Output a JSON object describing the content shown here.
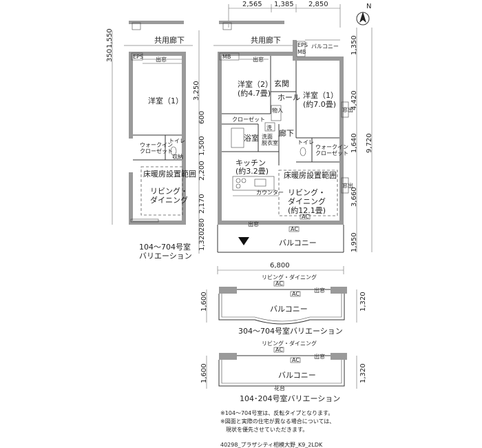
{
  "north_label": "N",
  "top_dims": [
    "2,565",
    "1,385",
    "2,850"
  ],
  "left_plan": {
    "corridor": "共用廊下",
    "eps": "EPS",
    "entrance": "出窓",
    "room": "洋室（1）",
    "wic": [
      "ウォークイン",
      "クローゼット"
    ],
    "toilet": "トイレ",
    "storage": "収納",
    "floor_heat": "床暖房設置範囲",
    "living": [
      "リビング・",
      "ダイニング"
    ],
    "dims": [
      "1,550",
      "350",
      "3,250",
      "600",
      "1,500",
      "2,200",
      "2,170",
      "280",
      "1,320"
    ],
    "caption": [
      "104～704号室",
      "バリエーション"
    ]
  },
  "main_plan": {
    "corridor": "共用廊下",
    "mb": "MB",
    "eps_mb": [
      "EPS",
      "MB"
    ],
    "balcony_top": "バルコニー",
    "entrance_label": "出窓",
    "room2": [
      "洋室（2）",
      "(約4.7畳)"
    ],
    "room1": [
      "洋室（1）",
      "(約7.0畳)"
    ],
    "genkan": "玄関",
    "hall": "ホール",
    "storage": "物入",
    "closet": "クローゼット",
    "wash": "洗",
    "hallway": "廊下",
    "bath": "浴室",
    "washroom": [
      "洗面",
      "脱衣室"
    ],
    "toilet": "トイレ",
    "wic": [
      "ウォークイン",
      "クローゼット"
    ],
    "kitchen": [
      "キッチン",
      "(約3.2畳)"
    ],
    "counter": "カウンター",
    "floor_heat": "床暖房設置範囲",
    "living": [
      "リビング・",
      "ダイニング",
      "(約12.1畳)"
    ],
    "ac": "AC",
    "balcony": "バルコニー",
    "bay": "出窓",
    "shelf": "窓出",
    "right_dims": [
      "1,350",
      "4,420",
      "1,640",
      "9,720",
      "3,660",
      "1,950"
    ],
    "width_dim": "6,800"
  },
  "variation_304": {
    "title": "リビング・ダイニング",
    "ac": "AC",
    "balcony": "バルコニー",
    "bay": "出窓",
    "dims": [
      "1,600",
      "1,320"
    ],
    "caption": "304～704号室バリエーション"
  },
  "variation_104": {
    "title": "リビング・ダイニング",
    "ac": "AC",
    "balcony": "バルコニー",
    "flower": "花台",
    "bay": "出窓",
    "dims": [
      "1,600",
      "1,320"
    ],
    "caption": "104･204号室バリエーション"
  },
  "notes": [
    "※104～704号室は、反転タイプとなります。",
    "※図面と実際の住宅が異なる場合については、",
    "　現状を優先させていただきます。"
  ],
  "footer": "40298_プラザシティ相模大野_K9_2LDK"
}
